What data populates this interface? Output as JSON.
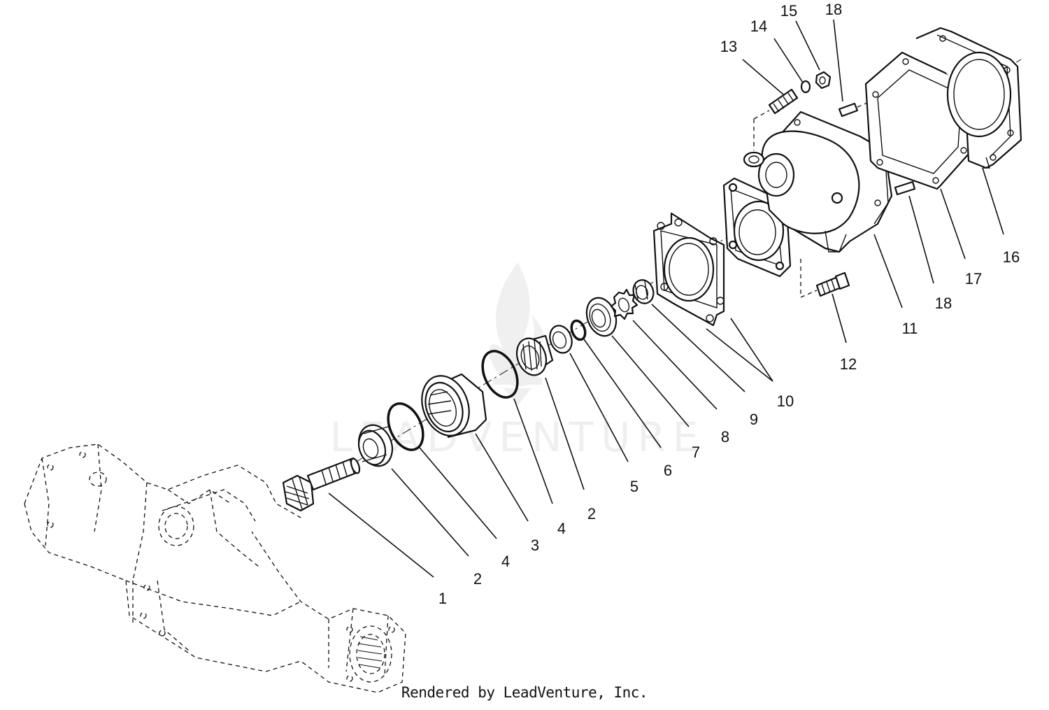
{
  "diagram": {
    "callouts": [
      {
        "id": "1",
        "text": "1"
      },
      {
        "id": "2a",
        "text": "2"
      },
      {
        "id": "4a",
        "text": "4"
      },
      {
        "id": "3",
        "text": "3"
      },
      {
        "id": "4b",
        "text": "4"
      },
      {
        "id": "2b",
        "text": "2"
      },
      {
        "id": "5",
        "text": "5"
      },
      {
        "id": "6",
        "text": "6"
      },
      {
        "id": "7",
        "text": "7"
      },
      {
        "id": "8",
        "text": "8"
      },
      {
        "id": "9",
        "text": "9"
      },
      {
        "id": "10",
        "text": "10"
      },
      {
        "id": "12",
        "text": "12"
      },
      {
        "id": "11",
        "text": "11"
      },
      {
        "id": "18a",
        "text": "18"
      },
      {
        "id": "17",
        "text": "17"
      },
      {
        "id": "16",
        "text": "16"
      },
      {
        "id": "13",
        "text": "13"
      },
      {
        "id": "14",
        "text": "14"
      },
      {
        "id": "15",
        "text": "15"
      },
      {
        "id": "18b",
        "text": "18"
      }
    ],
    "watermark_text": "LEADVENTURE",
    "credit": "Rendered by LeadVenture, Inc."
  }
}
